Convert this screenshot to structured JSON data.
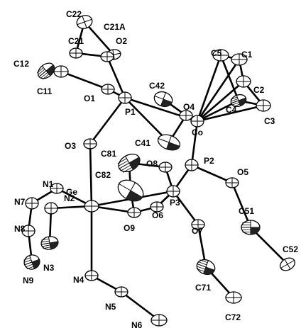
{
  "figure": {
    "atom_labels": {
      "C22": "C22",
      "C21A": "C21A",
      "C21": "C21",
      "O2": "O2",
      "C12": "C12",
      "C11": "C11",
      "O1": "O1",
      "P1": "P1",
      "C42": "C42",
      "O4": "O4",
      "C5": "C5",
      "C1": "C1",
      "C2": "C2",
      "C4": "C4",
      "C3": "C3",
      "Co": "Co",
      "O3": "O3",
      "C41": "C41",
      "C81": "C81",
      "O8": "O8",
      "P2": "P2",
      "O5": "O5",
      "C82": "C82",
      "N1": "N1",
      "N7": "N7",
      "Ge": "Ge",
      "N2": "N2",
      "O9": "O9",
      "O6": "O6",
      "P3": "P3",
      "C51": "C51",
      "O7": "O7",
      "C52": "C52",
      "N8": "N8",
      "N3": "N3",
      "N9": "N9",
      "N4": "N4",
      "C71": "C71",
      "N5": "N5",
      "C72": "C72",
      "N6": "N6"
    }
  }
}
